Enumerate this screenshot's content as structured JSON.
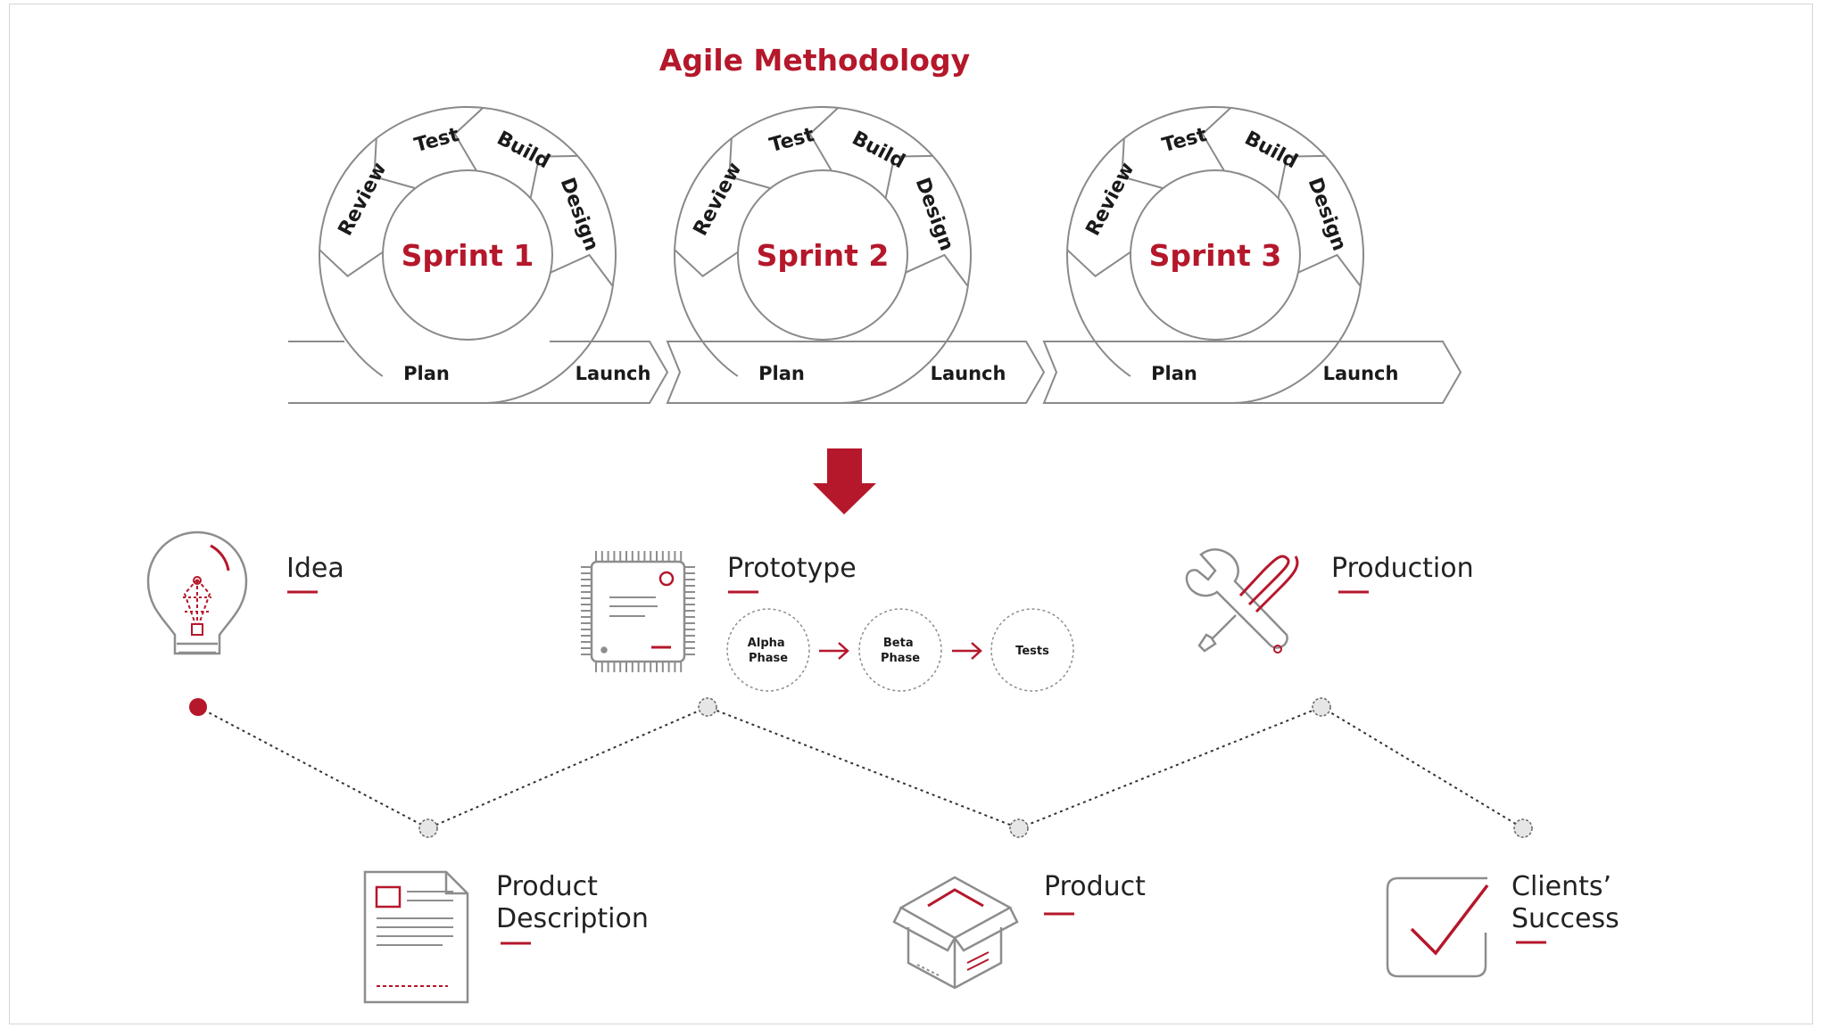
{
  "title": "Agile Methodology",
  "colors": {
    "accent": "#b5172b",
    "line": "#8a8a8a",
    "text": "#1a1a1a",
    "icon": "#8d8d8d"
  },
  "sprints": [
    {
      "title": "Sprint 1",
      "stages": [
        "Design",
        "Build",
        "Test",
        "Review"
      ],
      "plan": "Plan",
      "launch": "Launch"
    },
    {
      "title": "Sprint 2",
      "stages": [
        "Design",
        "Build",
        "Test",
        "Review"
      ],
      "plan": "Plan",
      "launch": "Launch"
    },
    {
      "title": "Sprint 3",
      "stages": [
        "Design",
        "Build",
        "Test",
        "Review"
      ],
      "plan": "Plan",
      "launch": "Launch"
    }
  ],
  "arrow_icon": "arrow-down-icon",
  "top_steps": [
    {
      "label": "Idea",
      "icon": "lightbulb-icon"
    },
    {
      "label": "Prototype",
      "icon": "chip-icon"
    },
    {
      "label": "Production",
      "icon": "wrench-screwdriver-icon"
    }
  ],
  "prototype_phases": [
    {
      "line1": "Alpha",
      "line2": "Phase"
    },
    {
      "line1": "Beta",
      "line2": "Phase"
    },
    {
      "line1": "Tests",
      "line2": ""
    }
  ],
  "bottom_steps": [
    {
      "line1": "Product",
      "line2": "Description",
      "icon": "document-icon"
    },
    {
      "line1": "Product",
      "line2": "",
      "icon": "box-icon"
    },
    {
      "line1": "Clients’",
      "line2": "Success",
      "icon": "checkbox-icon"
    }
  ]
}
